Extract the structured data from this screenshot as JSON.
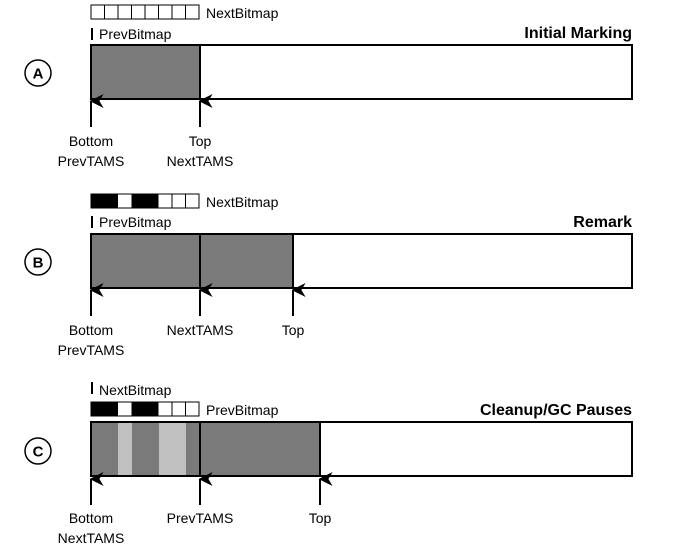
{
  "panels": [
    {
      "circle_label": "A",
      "title": "Initial Marking",
      "bitmap_top_label": "NextBitmap",
      "bitmap_top_label2": "PrevBitmap",
      "arrow_left": [
        "Bottom",
        "PrevTAMS"
      ],
      "arrow_mid": [
        "Top",
        "NextTAMS"
      ],
      "arrow_right": []
    },
    {
      "circle_label": "B",
      "title": "Remark",
      "bitmap_top_label": "NextBitmap",
      "bitmap_top_label2": "PrevBitmap",
      "arrow_left": [
        "Bottom",
        "PrevTAMS"
      ],
      "arrow_mid": [
        "NextTAMS"
      ],
      "arrow_right": [
        "Top"
      ]
    },
    {
      "circle_label": "C",
      "title": "Cleanup/GC Pauses",
      "bitmap_top_label": "NextBitmap",
      "bitmap_top_label2": "PrevBitmap",
      "arrow_left": [
        "Bottom",
        "NextTAMS"
      ],
      "arrow_mid": [
        "PrevTAMS"
      ],
      "arrow_right": [
        "Top"
      ]
    }
  ],
  "colors": {
    "fill_gray": "#7a7a7a",
    "light_gray": "#c0c0c0",
    "bitmap_black": "#000000",
    "stroke": "#000000"
  }
}
